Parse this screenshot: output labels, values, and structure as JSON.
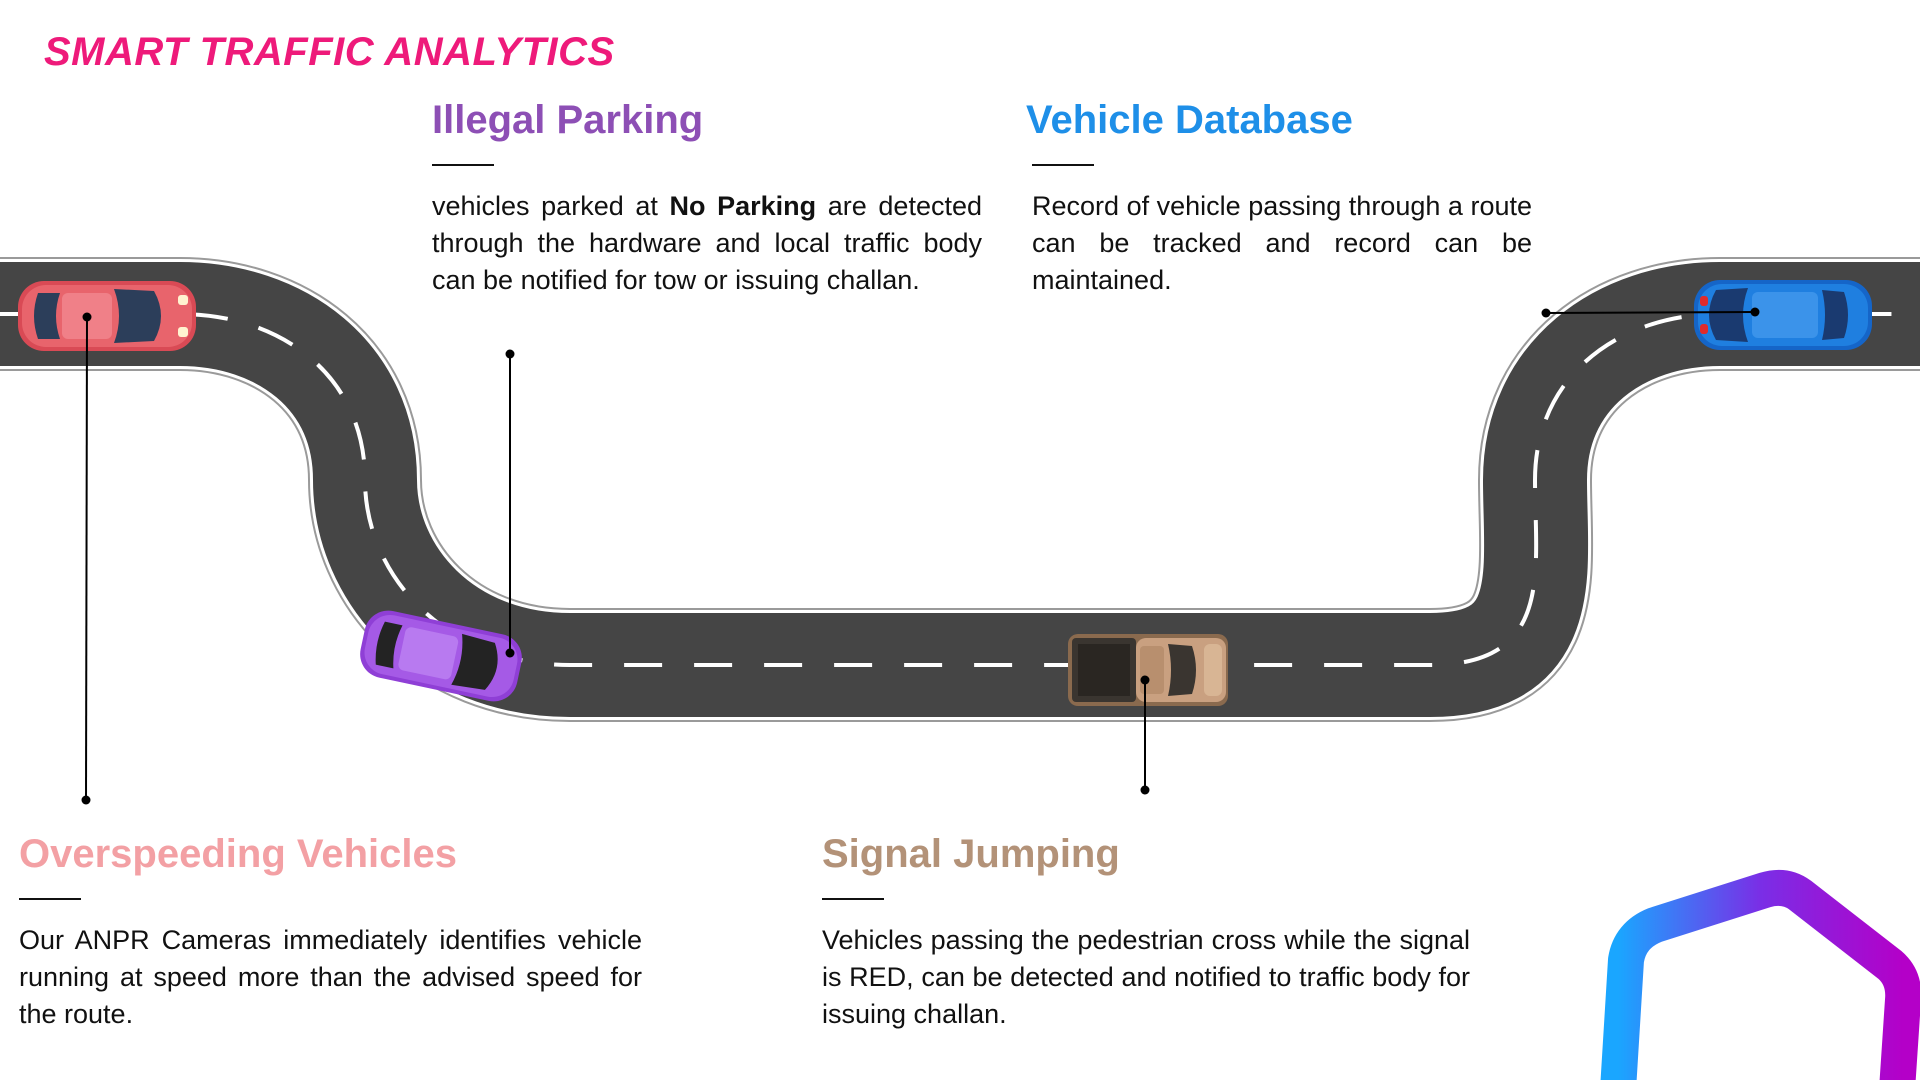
{
  "title": "SMART TRAFFIC ANALYTICS",
  "colors": {
    "title": "#ee1a7a",
    "illegal_parking": "#8d4fb5",
    "vehicle_database": "#1e8fe8",
    "overspeeding": "#f3a0a4",
    "signal_jumping": "#b39278",
    "road": "#454545",
    "road_edge": "#ffffff",
    "lane_marking": "#ffffff",
    "car_red": "#e8646c",
    "car_purple": "#a55ae6",
    "car_blue": "#1f7fe0",
    "truck_tan": "#c9a080"
  },
  "sections": {
    "illegal_parking": {
      "heading": "Illegal Parking",
      "text_before": "vehicles parked at ",
      "text_bold": "No Parking",
      "text_after": " are detected through the hardware and local traffic body can be notified for tow or issuing challan."
    },
    "vehicle_database": {
      "heading": "Vehicle Database",
      "text": "Record of vehicle passing through a route can be tracked and record can be maintained."
    },
    "overspeeding": {
      "heading": "Overspeeding Vehicles",
      "text": "Our ANPR Cameras immediately identifies vehicle running at speed more than the advised speed for the route."
    },
    "signal_jumping": {
      "heading": "Signal Jumping",
      "text": "Vehicles passing the pedestrian cross while the signal is RED, can be detected and notified to traffic body for issuing challan."
    }
  },
  "vehicles": [
    {
      "name": "red-car-icon",
      "kind": "car",
      "color": "#e8646c"
    },
    {
      "name": "purple-car-icon",
      "kind": "car",
      "color": "#a55ae6"
    },
    {
      "name": "tan-pickup-truck-icon",
      "kind": "truck",
      "color": "#c9a080"
    },
    {
      "name": "blue-car-icon",
      "kind": "car",
      "color": "#1f7fe0"
    }
  ],
  "decoration": {
    "icon": "hexagon-outline-icon",
    "gradient_from": "#1aa6ff",
    "gradient_to": "#b400c8"
  }
}
